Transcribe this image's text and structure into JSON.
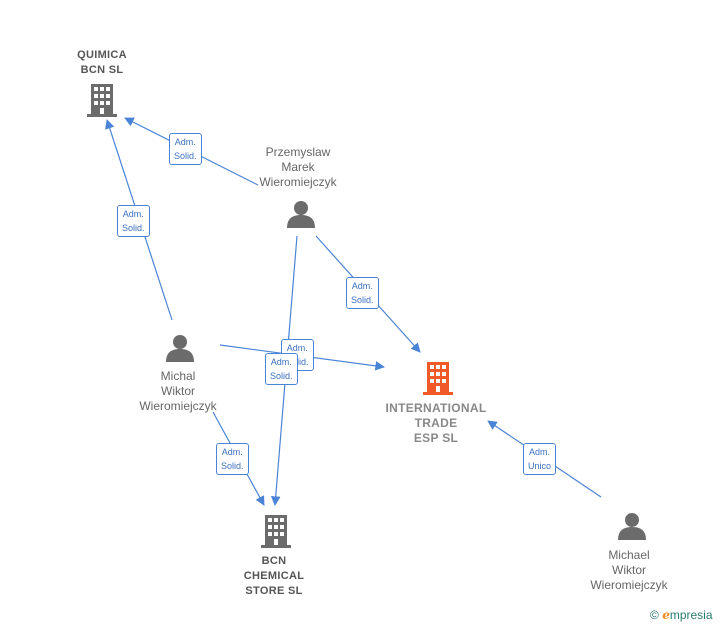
{
  "nodes": {
    "quimica": {
      "label": "QUIMICA\nBCN  SL",
      "type": "company"
    },
    "international": {
      "label": "INTERNATIONAL\nTRADE\nESP  SL",
      "type": "company-main"
    },
    "bcn_chemical": {
      "label": "BCN\nCHEMICAL\nSTORE  SL",
      "type": "company"
    },
    "przemyslaw": {
      "label": "Przemyslaw\nMarek\nWieromiejczyk",
      "type": "person"
    },
    "michal": {
      "label": "Michal\nWiktor\nWieromiejczyk",
      "type": "person"
    },
    "michael": {
      "label": "Michael\nWiktor\nWieromiejczyk",
      "type": "person"
    }
  },
  "edges": [
    {
      "id": "e1",
      "label": "Adm.\nSolid."
    },
    {
      "id": "e2",
      "label": "Adm.\nSolid."
    },
    {
      "id": "e3",
      "label": "Adm.\nSolid."
    },
    {
      "id": "e4",
      "label": "Adm.\nSolid."
    },
    {
      "id": "e5",
      "label": "Adm.\nSolid."
    },
    {
      "id": "e6",
      "label": "Adm.\nSolid."
    },
    {
      "id": "e7",
      "label": "Adm.\nUnico"
    }
  ],
  "colors": {
    "edge": "#4a84d6",
    "company": "#6b6b6b",
    "company_main": "#f05a28",
    "person": "#6b6b6b"
  },
  "footer": {
    "copyright": "©",
    "brand_initial": "e",
    "brand_rest": "mpresia"
  }
}
